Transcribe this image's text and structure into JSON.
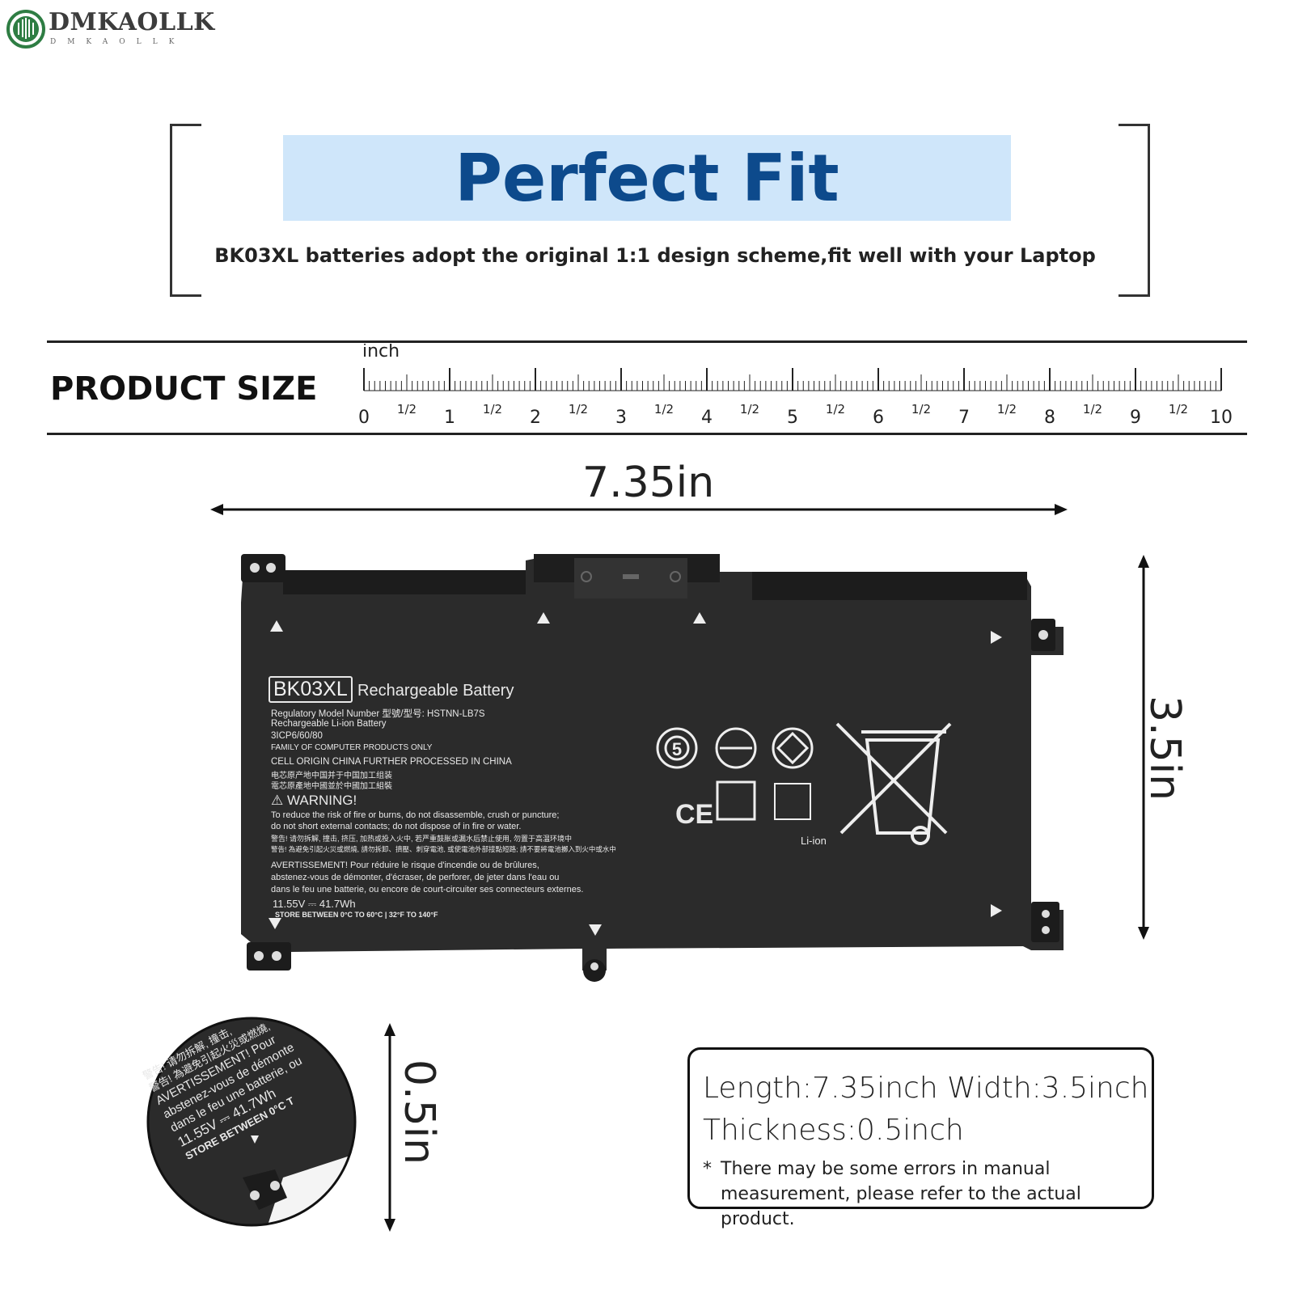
{
  "brand": {
    "name": "DMKAOLLK",
    "tagline": "DMKAOLLK"
  },
  "banner": {
    "title": "Perfect Fit",
    "subtitle": "BK03XL batteries adopt the original 1:1 design scheme,fit well with your Laptop"
  },
  "product_size": {
    "heading": "PRODUCT SIZE",
    "ruler": {
      "unit": "inch",
      "major_labels": [
        "0",
        "1",
        "2",
        "3",
        "4",
        "5",
        "6",
        "7",
        "8",
        "9",
        "10"
      ],
      "half_label": "1/2"
    }
  },
  "dimensions": {
    "length": "7.35in",
    "width": "3.5in",
    "thickness": "0.5in"
  },
  "battery_label": {
    "model": "BK03XL",
    "type": "Rechargeable Battery",
    "lines": [
      "Regulatory Model Number 型號/型号: HSTNN-LB7S",
      "Rechargeable Li-ion Battery",
      "3ICP6/60/80",
      "FAMILY OF COMPUTER PRODUCTS ONLY",
      "CELL ORIGIN CHINA FURTHER PROCESSED IN CHINA",
      "电芯原产地中国并于中国加工组装",
      "電芯原產地中國並於中國加工組裝"
    ],
    "warning_title": "WARNING!",
    "warning_lines": [
      "To reduce the risk of fire or burns, do not disassemble, crush or puncture;",
      "do not short external contacts; do not dispose of in fire or water.",
      "警告! 请勿拆解, 撞击, 挤压, 加热或投入火中, 若严重鼓胀或漏水后禁止使用, 勿置于高温环境中",
      "警告! 為避免引起火災或燃燒, 請勿拆卸、擠壓、刺穿電池, 或使電池外部接點短路; 請不要將電池擲入到火中或水中",
      "AVERTISSEMENT! Pour réduire le risque d'incendie ou de brûlures,",
      "abstenez-vous de démonter, d'écraser, de perforer, de jeter dans l'eau ou",
      "dans le feu une batterie, ou encore de court-circuiter ses connecteurs externes."
    ],
    "rating": "11.55V ⎓ 41.7Wh",
    "storage": "STORE BETWEEN  0°C TO  60°C | 32°F  TO 140°F",
    "li_ion": "Li-ion",
    "ce": "CE"
  },
  "zoom_label": {
    "lines": [
      "警告! 请勿拆解, 撞击,",
      "警告! 為避免引起火災或燃燒,",
      "AVERTISSEMENT! Pour",
      "abstenez-vous de démonte",
      "dans le feu une batterie, ou",
      "11.55V ⎓ 41.7Wh",
      "STORE BETWEEN  0°C T"
    ]
  },
  "info": {
    "line1": "Length:7.35inch Width:3.5inch",
    "line2": "Thickness:0.5inch",
    "note_star": "*",
    "note": "There may be some errors in manual measurement, please refer to the actual product."
  },
  "colors": {
    "banner_bg": "#cfe6fa",
    "title_blue": "#0d4a8c",
    "logo_green": "#2e7d43",
    "battery_body": "#2b2b2b"
  }
}
